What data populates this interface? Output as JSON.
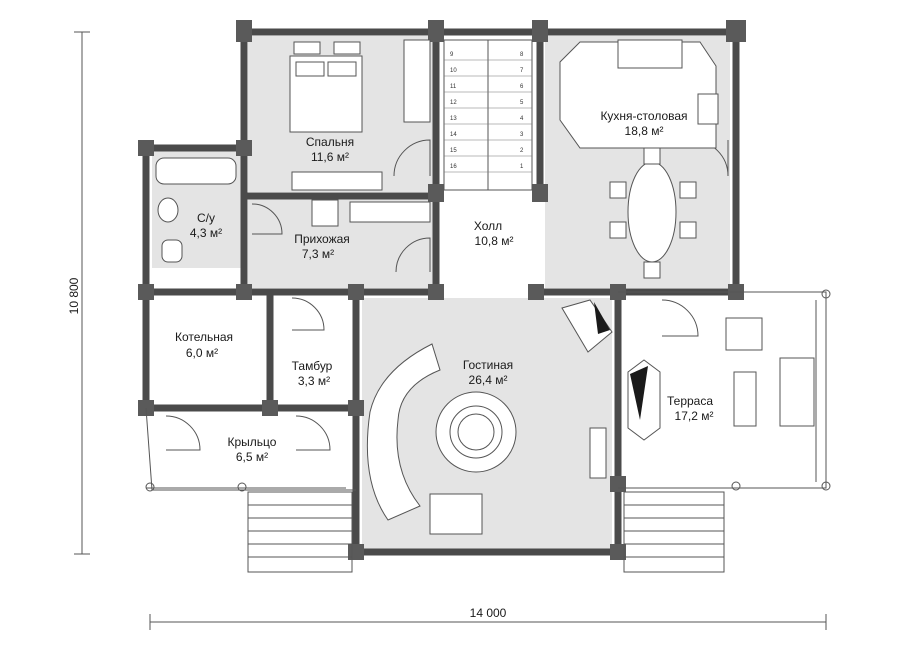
{
  "dimensions": {
    "width_label": "14 000",
    "height_label": "10 800"
  },
  "rooms": [
    {
      "id": "bedroom",
      "name": "Спальня",
      "area": "11,6 м²"
    },
    {
      "id": "bathroom",
      "name": "С/у",
      "area": "4,3 м²"
    },
    {
      "id": "entrance-hall",
      "name": "Прихожая",
      "area": "7,3 м²"
    },
    {
      "id": "hall",
      "name": "Холл",
      "area": "10,8 м²"
    },
    {
      "id": "kitchen-dining",
      "name": "Кухня-столовая",
      "area": "18,8 м²"
    },
    {
      "id": "boiler-room",
      "name": "Котельная",
      "area": "6,0 м²"
    },
    {
      "id": "vestibule",
      "name": "Тамбур",
      "area": "3,3 м²"
    },
    {
      "id": "living-room",
      "name": "Гостиная",
      "area": "26,4 м²"
    },
    {
      "id": "terrace",
      "name": "Терраса",
      "area": "17,2 м²"
    },
    {
      "id": "porch",
      "name": "Крыльцо",
      "area": "6,5 м²"
    }
  ],
  "stair_numbers": [
    "9",
    "10",
    "11",
    "12",
    "13",
    "14",
    "15",
    "16",
    "8",
    "7",
    "6",
    "5",
    "4",
    "3",
    "2",
    "1"
  ],
  "colors": {
    "shaded_floor": "#e4e4e4",
    "wall": "#4a4a4a",
    "line": "#555555"
  }
}
